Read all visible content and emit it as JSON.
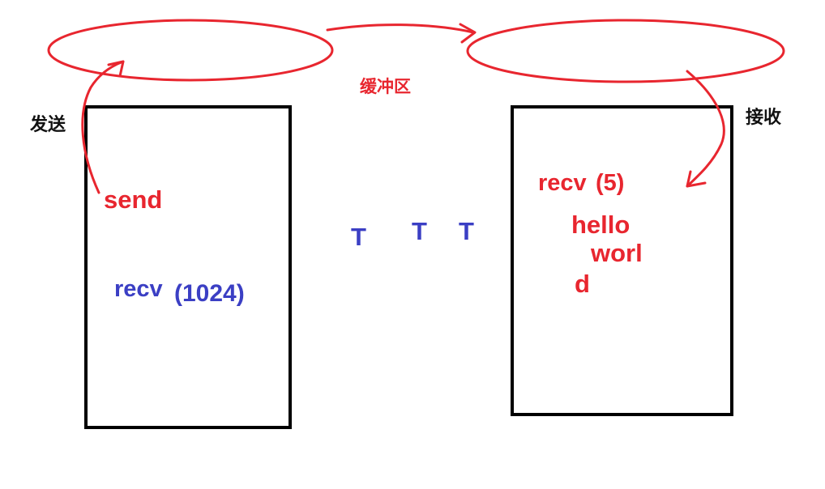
{
  "labels": {
    "send_side": "发送",
    "receive_side": "接收",
    "buffer": "缓冲区"
  },
  "sender_box": {
    "send": "send",
    "recv_name": "recv",
    "recv_arg": "(1024)"
  },
  "middle_marks": [
    "T",
    "T",
    "T"
  ],
  "receiver_box": {
    "recv_name": "recv",
    "recv_arg": "(5)",
    "line1": "hello",
    "line2": "worl",
    "line3": "d"
  },
  "colors": {
    "stroke_red": "#e8262f",
    "text_blue": "#3b3fc4",
    "box_black": "#000000"
  }
}
